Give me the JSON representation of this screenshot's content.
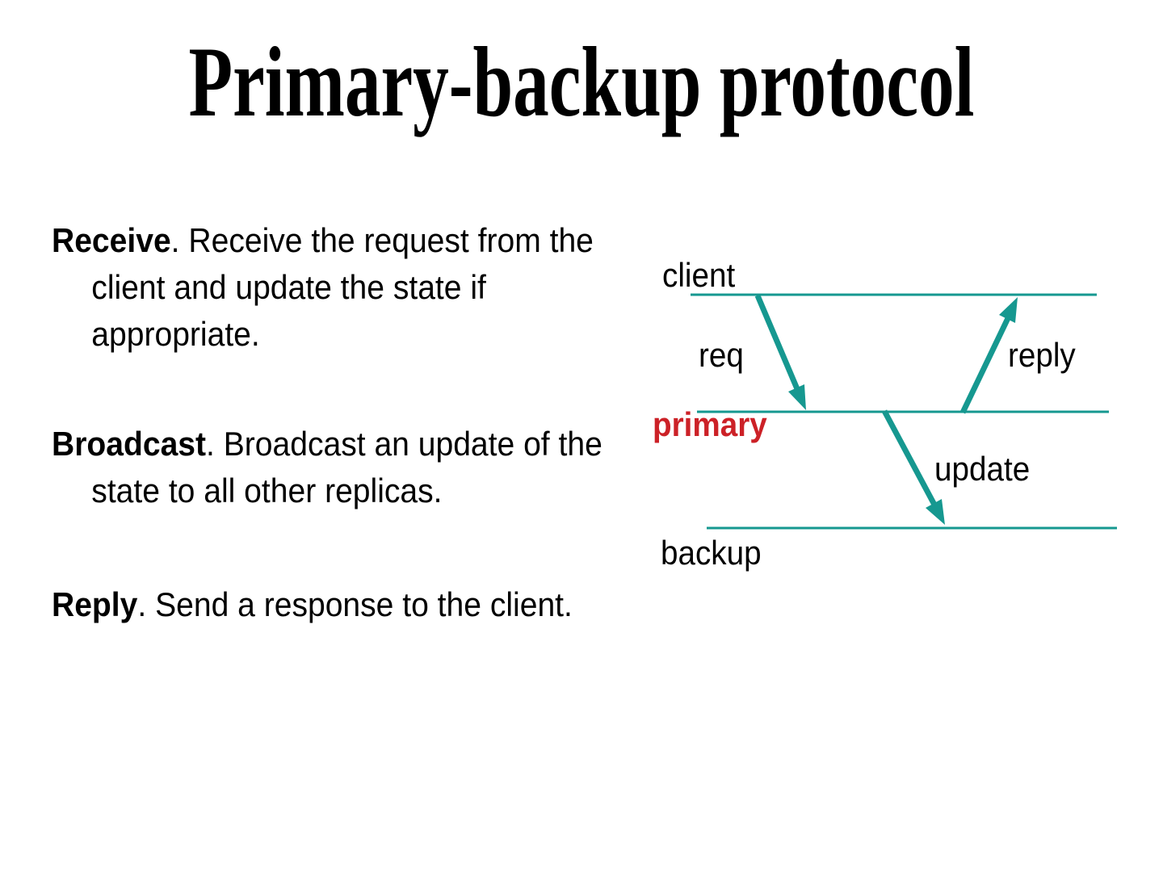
{
  "page": {
    "title": "Primary-backup protocol"
  },
  "theme": {
    "line_teal": "#169890",
    "primary_red": "#CC2127",
    "text_black": "#000000",
    "bg": "#FFFFFF"
  },
  "bullets": [
    {
      "lead": "Receive",
      "lines": [
        ". Receive the request from the",
        "client and update the state if",
        "appropriate."
      ]
    },
    {
      "lead": "Broadcast",
      "lines": [
        ". Broadcast an update of the",
        "state to all other replicas."
      ]
    },
    {
      "lead": "Reply",
      "lines": [
        ". Send a response to the client."
      ]
    }
  ],
  "diagram": {
    "labels": {
      "client": "client",
      "req": "req",
      "reply": "reply",
      "primary": "primary",
      "update": "update",
      "backup": "backup"
    }
  }
}
